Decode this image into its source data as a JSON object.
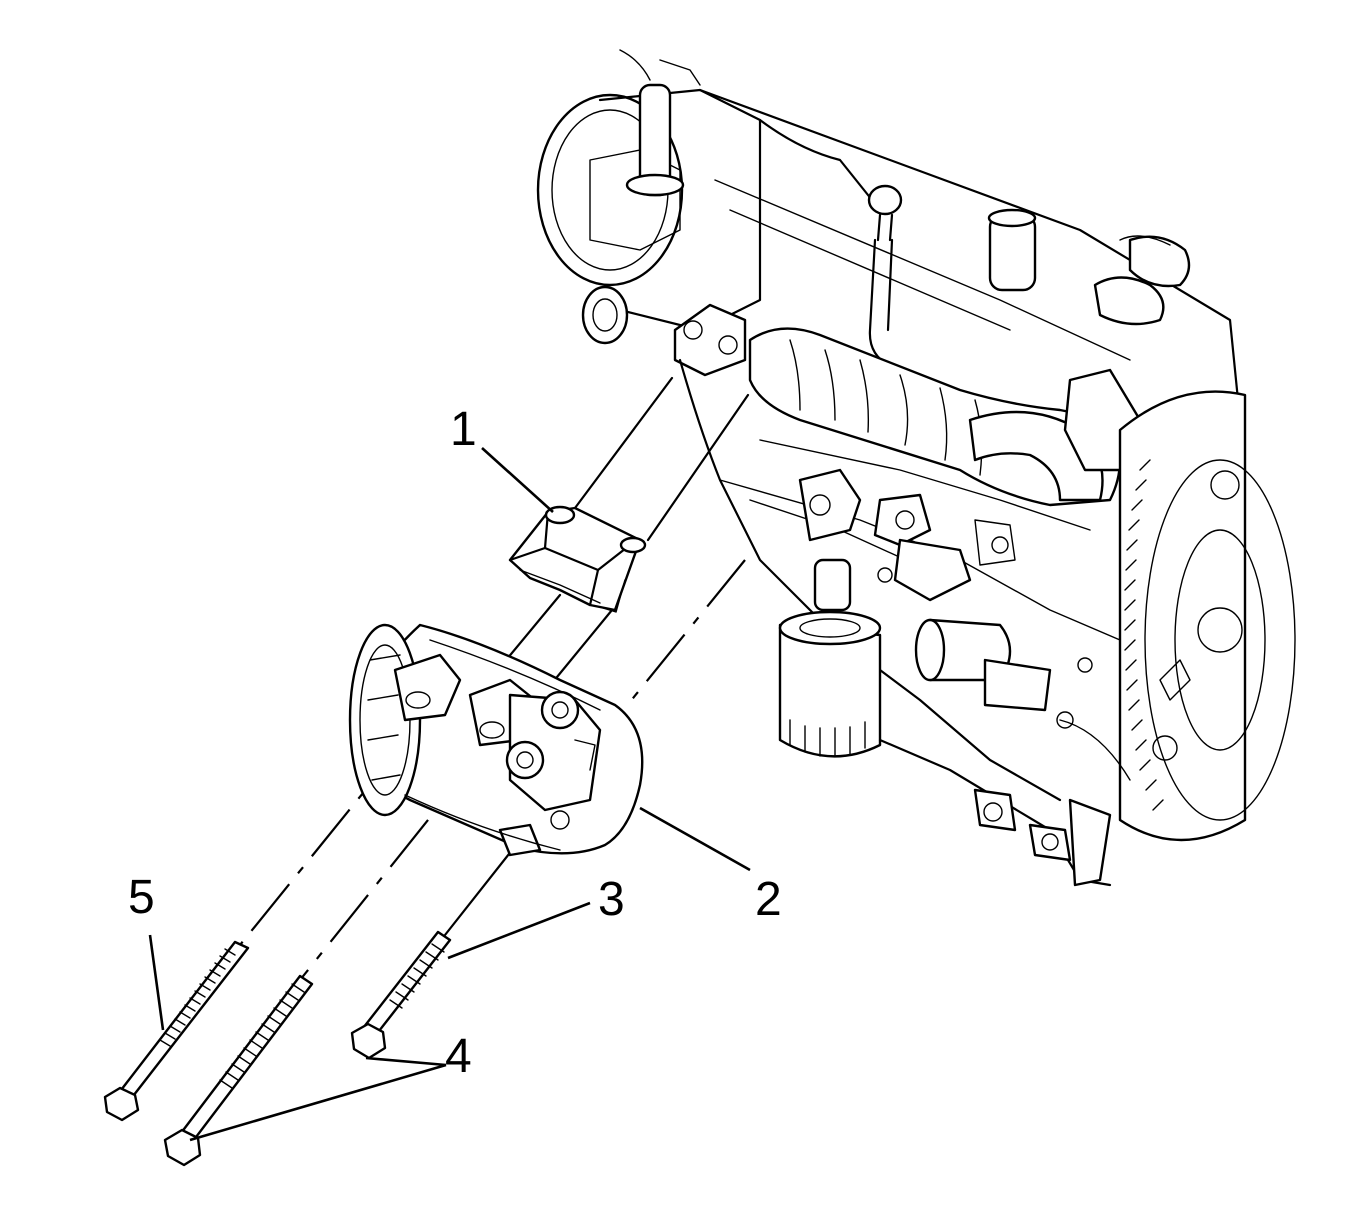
{
  "callouts": [
    {
      "id": "1",
      "label": "1"
    },
    {
      "id": "2",
      "label": "2"
    },
    {
      "id": "3",
      "label": "3"
    },
    {
      "id": "4",
      "label": "4"
    },
    {
      "id": "5",
      "label": "5"
    }
  ],
  "icons": {
    "engine": "engine-block-icon",
    "bracket": "bracket-icon",
    "compressor": "ac-compressor-icon",
    "bolt": "bolt-icon"
  }
}
